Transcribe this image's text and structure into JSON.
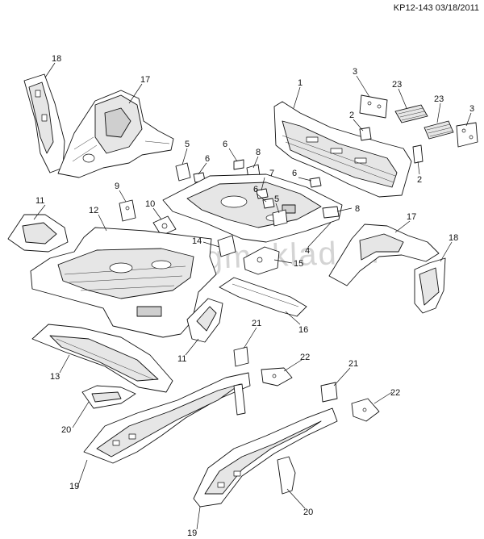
{
  "header": {
    "ref": "KP12-143 03/18/2011"
  },
  "watermark": "www.gmeklad.ru",
  "callouts": {
    "c18a": "18",
    "c17a": "17",
    "c5a": "5",
    "c6a": "6",
    "c6b": "6",
    "c8a": "8",
    "c7": "7",
    "c6c": "6",
    "c6d": "6",
    "c5b": "5",
    "c8b": "8",
    "c1": "1",
    "c3a": "3",
    "c23a": "23",
    "c23b": "23",
    "c3b": "3",
    "c2a": "2",
    "c2b": "2",
    "c11a": "11",
    "c9": "9",
    "c10": "10",
    "c12": "12",
    "c14": "14",
    "c15": "15",
    "c4": "4",
    "c17b": "17",
    "c18b": "18",
    "c16": "16",
    "c11b": "11",
    "c13": "13",
    "c21a": "21",
    "c22a": "22",
    "c21b": "21",
    "c22b": "22",
    "c20a": "20",
    "c19a": "19",
    "c20b": "20",
    "c19b": "19"
  }
}
